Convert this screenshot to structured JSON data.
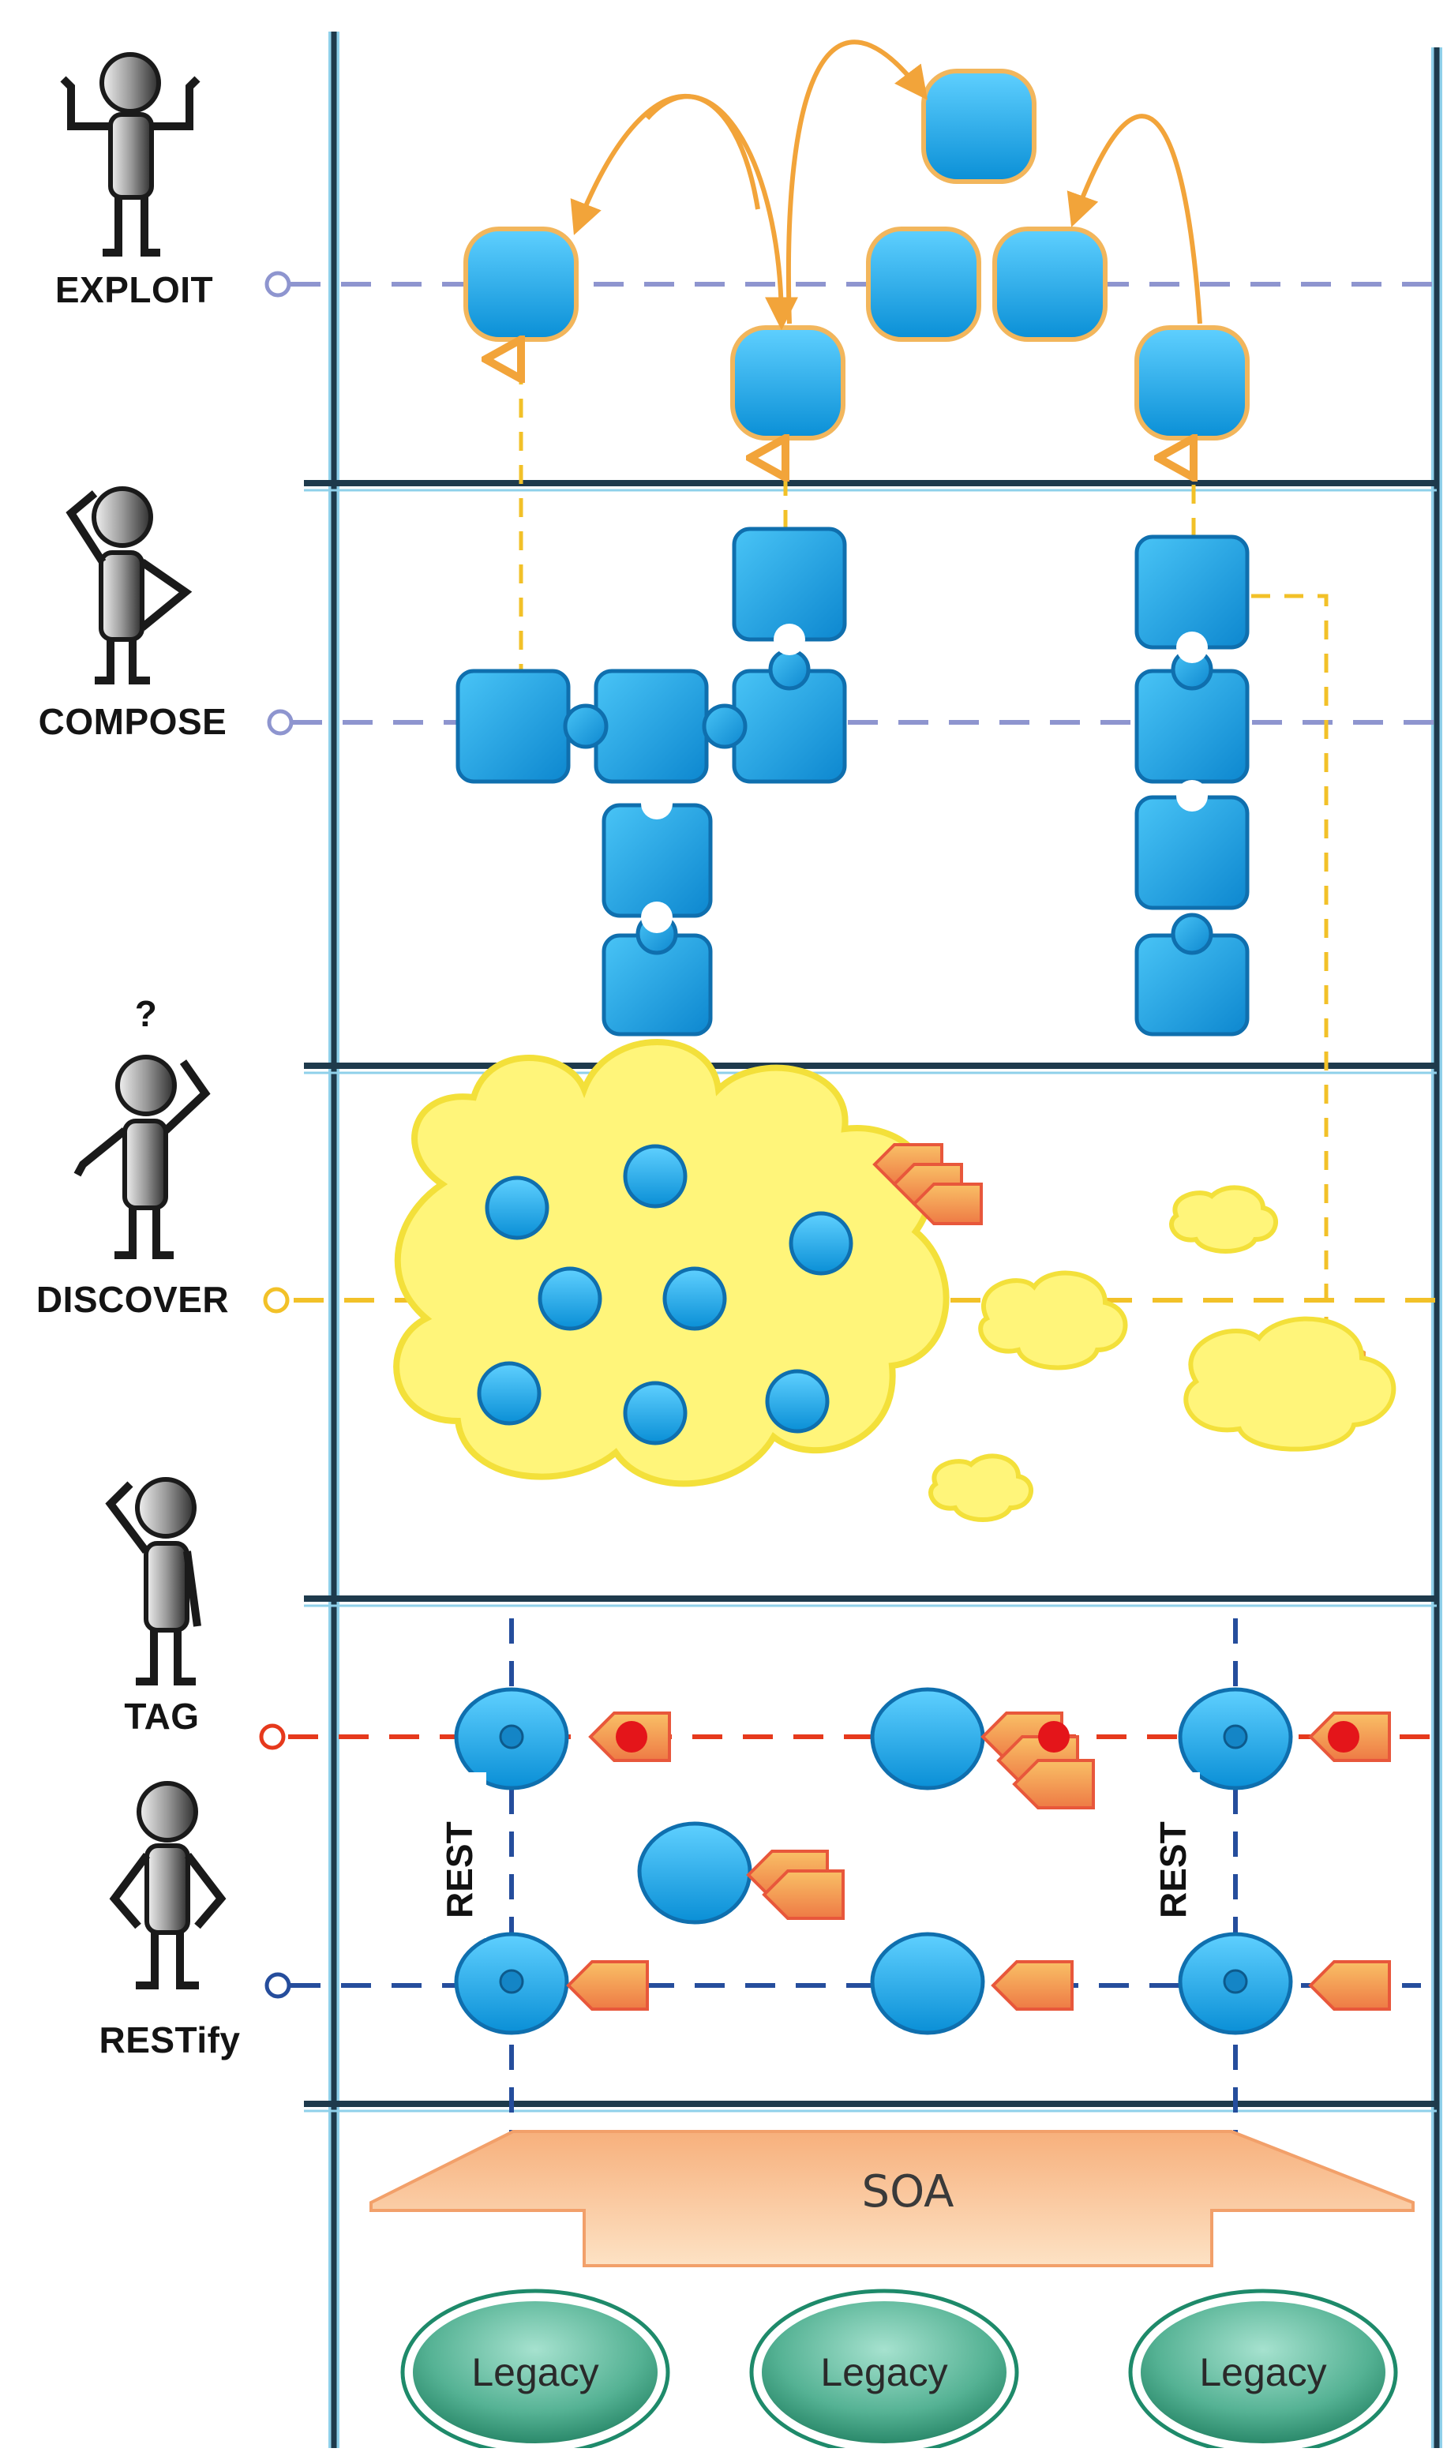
{
  "layers": [
    {
      "key": "exploit",
      "label": "EXPLOIT"
    },
    {
      "key": "compose",
      "label": "COMPOSE"
    },
    {
      "key": "discover",
      "label": "DISCOVER",
      "mark": "?"
    },
    {
      "key": "tag",
      "label": "TAG"
    },
    {
      "key": "restify",
      "label": "RESTify"
    }
  ],
  "rest_labels": [
    "REST",
    "REST"
  ],
  "soa": {
    "label": "SOA"
  },
  "legacy": [
    "Legacy",
    "Legacy",
    "Legacy"
  ],
  "colors": {
    "frame": "#1e3a4c",
    "frame_glow": "#8fd0ea",
    "service_fill": "#1aa8e6",
    "service_border": "#f2b65c",
    "puzzle_fill": "#1e9fdf",
    "puzzle_border": "#0f6fae",
    "cloud_fill": "#fff57a",
    "cloud_border": "#f3e03a",
    "tag_fill": "#f4a24a",
    "tag_border": "#e8573b",
    "exploit_line": "#8e95cf",
    "discover_line": "#f2c128",
    "tag_line": "#e6391c",
    "restify_line": "#254d9c",
    "arrow": "#f2a43a",
    "soa_fill": "#f9c48c",
    "legacy_fill": "#1e8a6a"
  }
}
